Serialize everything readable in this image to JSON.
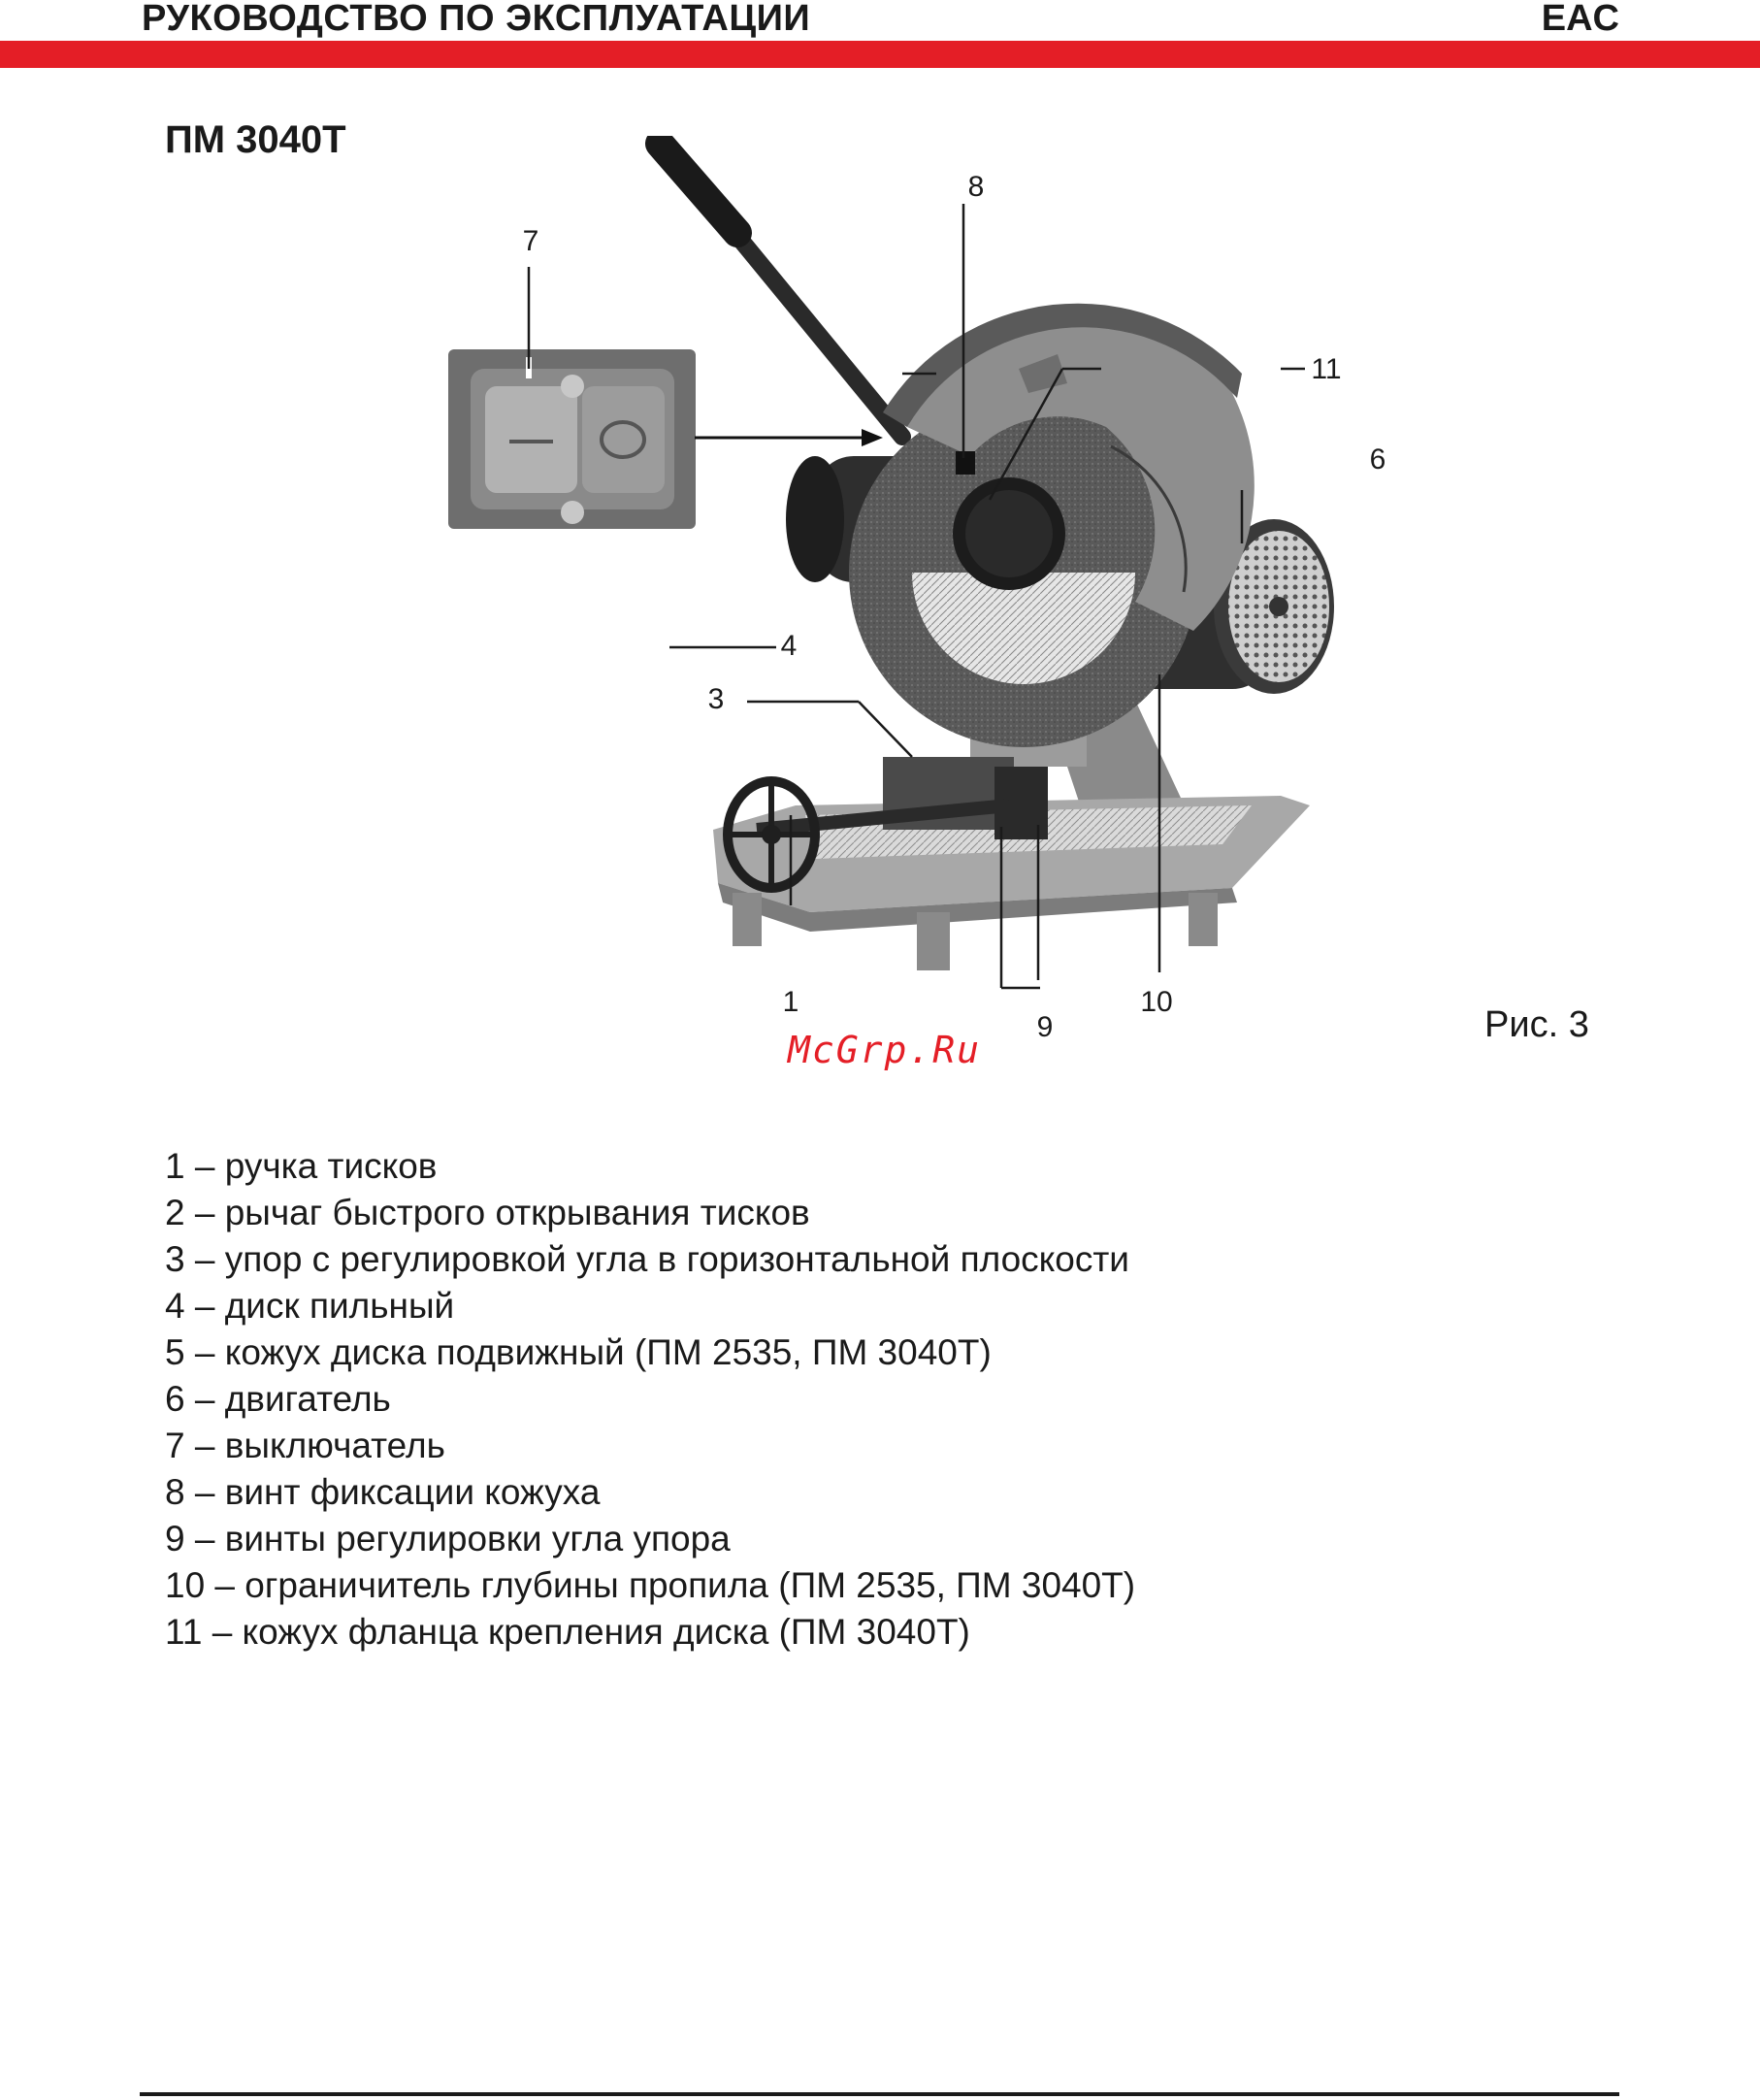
{
  "header": {
    "title": "РУКОВОДСТВО ПО ЭКСПЛУАТАЦИИ",
    "mark": "EAC"
  },
  "model": "ПМ 3040Т",
  "figure": {
    "caption": "Рис. 3",
    "callouts": [
      "1",
      "3",
      "4",
      "6",
      "7",
      "8",
      "9",
      "10",
      "11"
    ]
  },
  "watermark": "McGrp.Ru",
  "legend": [
    "1 – ручка тисков",
    "2 – рычаг быстрого открывания тисков",
    "3 – упор с регулировкой угла в горизонтальной плоскости",
    "4 – диск пильный",
    "5 – кожух диска подвижный (ПМ 2535, ПМ 3040Т)",
    "6 – двигатель",
    "7 – выключатель",
    "8 – винт фиксации кожуха",
    "9 – винты регулировки угла упора",
    "10 – ограничитель глубины пропила (ПМ 2535, ПМ 3040Т)",
    "11 – кожух фланца крепления диска (ПМ 3040Т)"
  ]
}
